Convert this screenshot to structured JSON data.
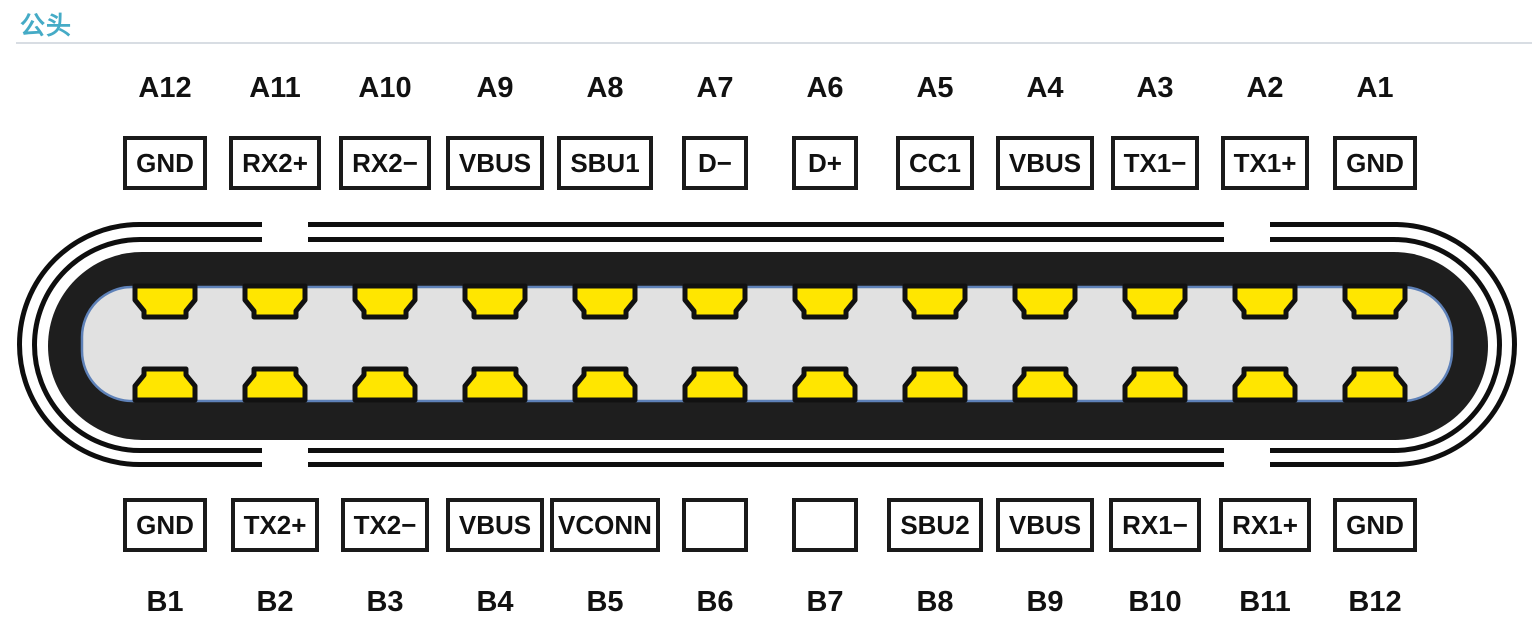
{
  "header": {
    "title": "公头"
  },
  "colors": {
    "accent_teal": "#45ABC6",
    "text_black": "#111111",
    "box_border": "#1A1A1A",
    "divider_gray": "#D8DDE3",
    "shell_black": "#0E0E0E",
    "body_dark": "#1E1E1E",
    "tongue_gray": "#E1E1E1",
    "tongue_edge_blue": "#5E81B8",
    "pin_yellow": "#FFE600",
    "pin_outline": "#111111"
  },
  "connector": {
    "top_contact_count": 12,
    "bottom_contact_count": 12
  },
  "pinout": {
    "a_side": [
      {
        "number": "A12",
        "signal": "GND"
      },
      {
        "number": "A11",
        "signal": "RX2+"
      },
      {
        "number": "A10",
        "signal": "RX2−"
      },
      {
        "number": "A9",
        "signal": "VBUS"
      },
      {
        "number": "A8",
        "signal": "SBU1"
      },
      {
        "number": "A7",
        "signal": "D−"
      },
      {
        "number": "A6",
        "signal": "D+"
      },
      {
        "number": "A5",
        "signal": "CC1"
      },
      {
        "number": "A4",
        "signal": "VBUS"
      },
      {
        "number": "A3",
        "signal": "TX1−"
      },
      {
        "number": "A2",
        "signal": "TX1+"
      },
      {
        "number": "A1",
        "signal": "GND"
      }
    ],
    "b_side": [
      {
        "number": "B1",
        "signal": "GND"
      },
      {
        "number": "B2",
        "signal": "TX2+"
      },
      {
        "number": "B3",
        "signal": "TX2−"
      },
      {
        "number": "B4",
        "signal": "VBUS"
      },
      {
        "number": "B5",
        "signal": "VCONN"
      },
      {
        "number": "B6",
        "signal": ""
      },
      {
        "number": "B7",
        "signal": ""
      },
      {
        "number": "B8",
        "signal": "SBU2"
      },
      {
        "number": "B9",
        "signal": "VBUS"
      },
      {
        "number": "B10",
        "signal": "RX1−"
      },
      {
        "number": "B11",
        "signal": "RX1+"
      },
      {
        "number": "B12",
        "signal": "GND"
      }
    ]
  }
}
